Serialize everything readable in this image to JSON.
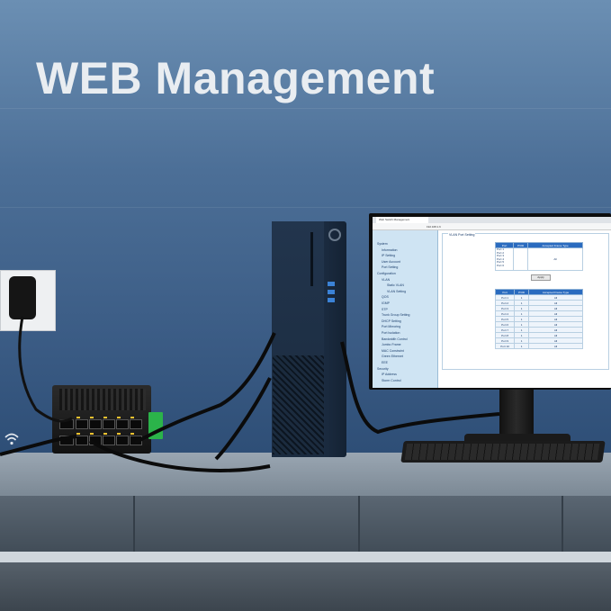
{
  "headline": "WEB Management",
  "browser": {
    "tab_title": "Web Switch Management",
    "address": "192.168.1.6"
  },
  "nav_items": [
    "System",
    "Information",
    "IP Setting",
    "User Account",
    "Port Setting",
    "Configuration",
    "VLAN",
    "Static VLAN",
    "VLAN Setting",
    "QOS",
    "IGMP",
    "STP",
    "Trunk Group Setting",
    "DHCP Setting",
    "Port Mirroring",
    "Port Isolation",
    "Bandwidth Control",
    "Jumbo Frame",
    "MAC Constraint",
    "Green Ethernet",
    "EEE",
    "Security",
    "IP Address",
    "Storm Control"
  ],
  "vlan_panel": {
    "title": "VLAN Port Setting",
    "headers": [
      "Port",
      "PVID",
      "Accepted Frame Type"
    ],
    "port_options": [
      "Port 1",
      "Port 2",
      "Port 3",
      "Port 4",
      "Port 5",
      "Port 6"
    ],
    "frame_select": "All",
    "apply_label": "Apply"
  },
  "port_table": {
    "headers": [
      "Port",
      "PVID",
      "Accepted Frame Type"
    ],
    "rows": [
      [
        "Port 1",
        "1",
        "All"
      ],
      [
        "Port 2",
        "1",
        "All"
      ],
      [
        "Port 3",
        "1",
        "All"
      ],
      [
        "Port 4",
        "1",
        "All"
      ],
      [
        "Port 5",
        "1",
        "All"
      ],
      [
        "Port 6",
        "1",
        "All"
      ],
      [
        "Port 7",
        "1",
        "All"
      ],
      [
        "Port 8",
        "1",
        "All"
      ],
      [
        "Port 9",
        "1",
        "All"
      ],
      [
        "Port 10",
        "1",
        "All"
      ]
    ]
  },
  "icons": [
    "wifi-icon",
    "power-adapter",
    "network-switch",
    "desktop-tower",
    "monitor",
    "keyboard"
  ],
  "colors": {
    "headline": "#e9edf1",
    "ui_header": "#2a6bbf",
    "terminal_block": "#2bb34a"
  }
}
